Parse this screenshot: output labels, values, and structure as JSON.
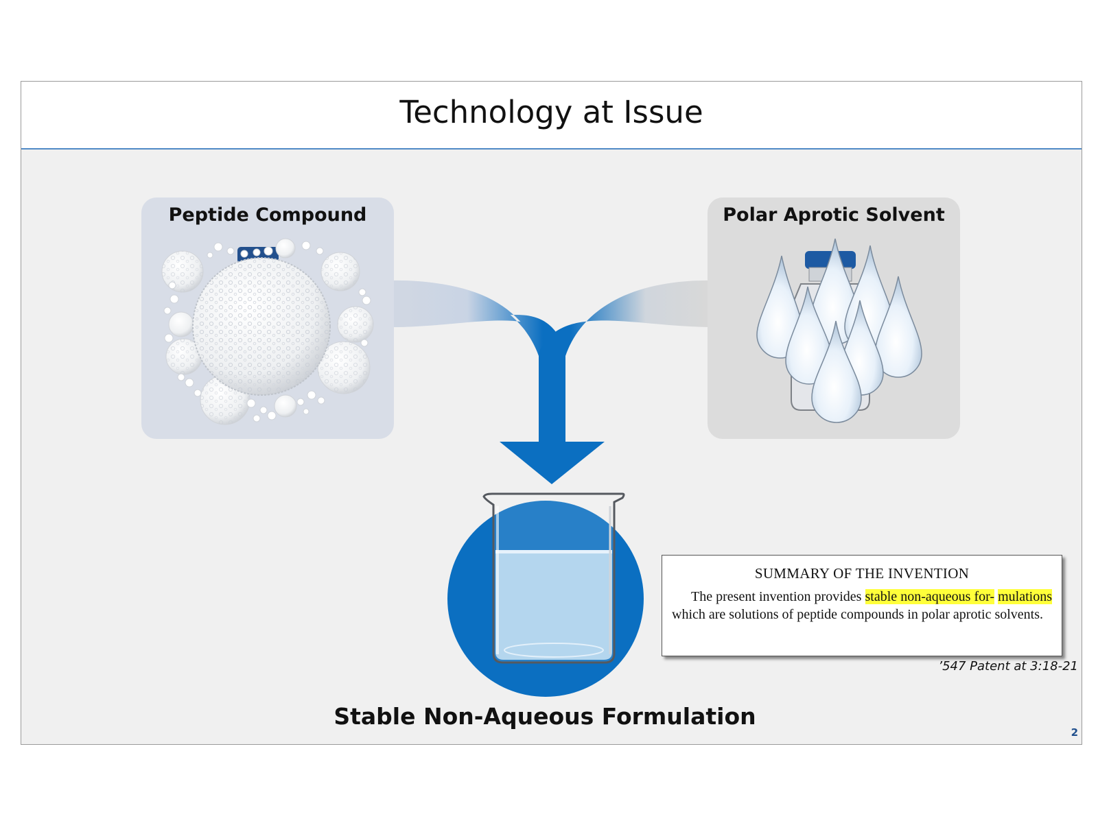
{
  "slide": {
    "title": "Technology at Issue",
    "page_number": "2"
  },
  "inputs": {
    "peptide_label": "Peptide Compound",
    "solvent_label": "Polar Aprotic Solvent"
  },
  "output": {
    "label": "Stable Non-Aqueous Formulation"
  },
  "quote": {
    "heading": "SUMMARY OF THE INVENTION",
    "text_before": "The present invention provides ",
    "highlight_1": "stable non-aqueous for-",
    "highlight_2": "mulations",
    "text_after": " which are solutions of peptide compounds in polar aprotic solvents.",
    "citation": "’547 Patent at 3:18-21"
  },
  "colors": {
    "accent_blue": "#0b6fc1",
    "highlight": "#ffff3a",
    "title_rule": "#4f89c6"
  },
  "icons": {
    "peptide": "peptide-spheres-icon",
    "solvent": "solvent-droplets-icon",
    "beaker": "beaker-icon",
    "arrow": "merge-arrow-icon"
  }
}
